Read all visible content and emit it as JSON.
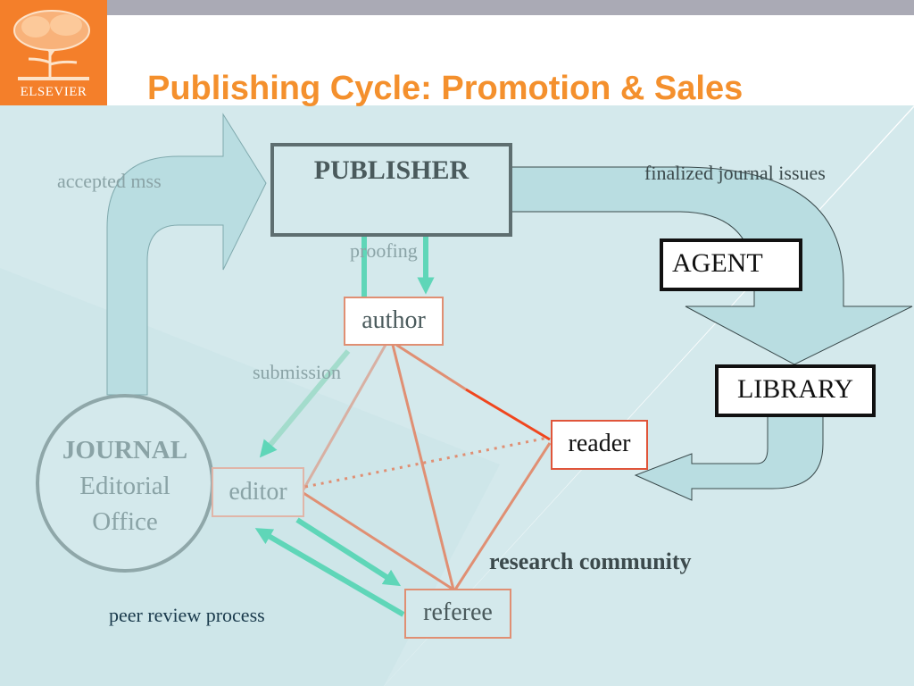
{
  "header": {
    "logo_text": "ELSEVIER",
    "title": "Publishing Cycle: Promotion & Sales"
  },
  "nodes": {
    "publisher": "PUBLISHER",
    "agent": "AGENT",
    "library": "LIBRARY",
    "author": "author",
    "editor": "editor",
    "referee": "referee",
    "reader": "reader",
    "journal_line1": "JOURNAL",
    "journal_line2": "Editorial",
    "journal_line3": "Office"
  },
  "labels": {
    "accepted_mss": "accepted mss",
    "finalized_issues": "finalized journal issues",
    "proofing": "proofing",
    "submission": "submission",
    "research_community": "research community",
    "peer_review": "peer review process"
  },
  "colors": {
    "brand_orange": "#f47f2a",
    "title_orange": "#f4902d",
    "background_teal": "#d4e9ec",
    "arrow_fill": "#b9dde1",
    "mint_arrow": "#5fd6b8",
    "salmon_line": "#e08f73",
    "red_line": "#f0461e",
    "grey_text": "#8aa3a6"
  }
}
